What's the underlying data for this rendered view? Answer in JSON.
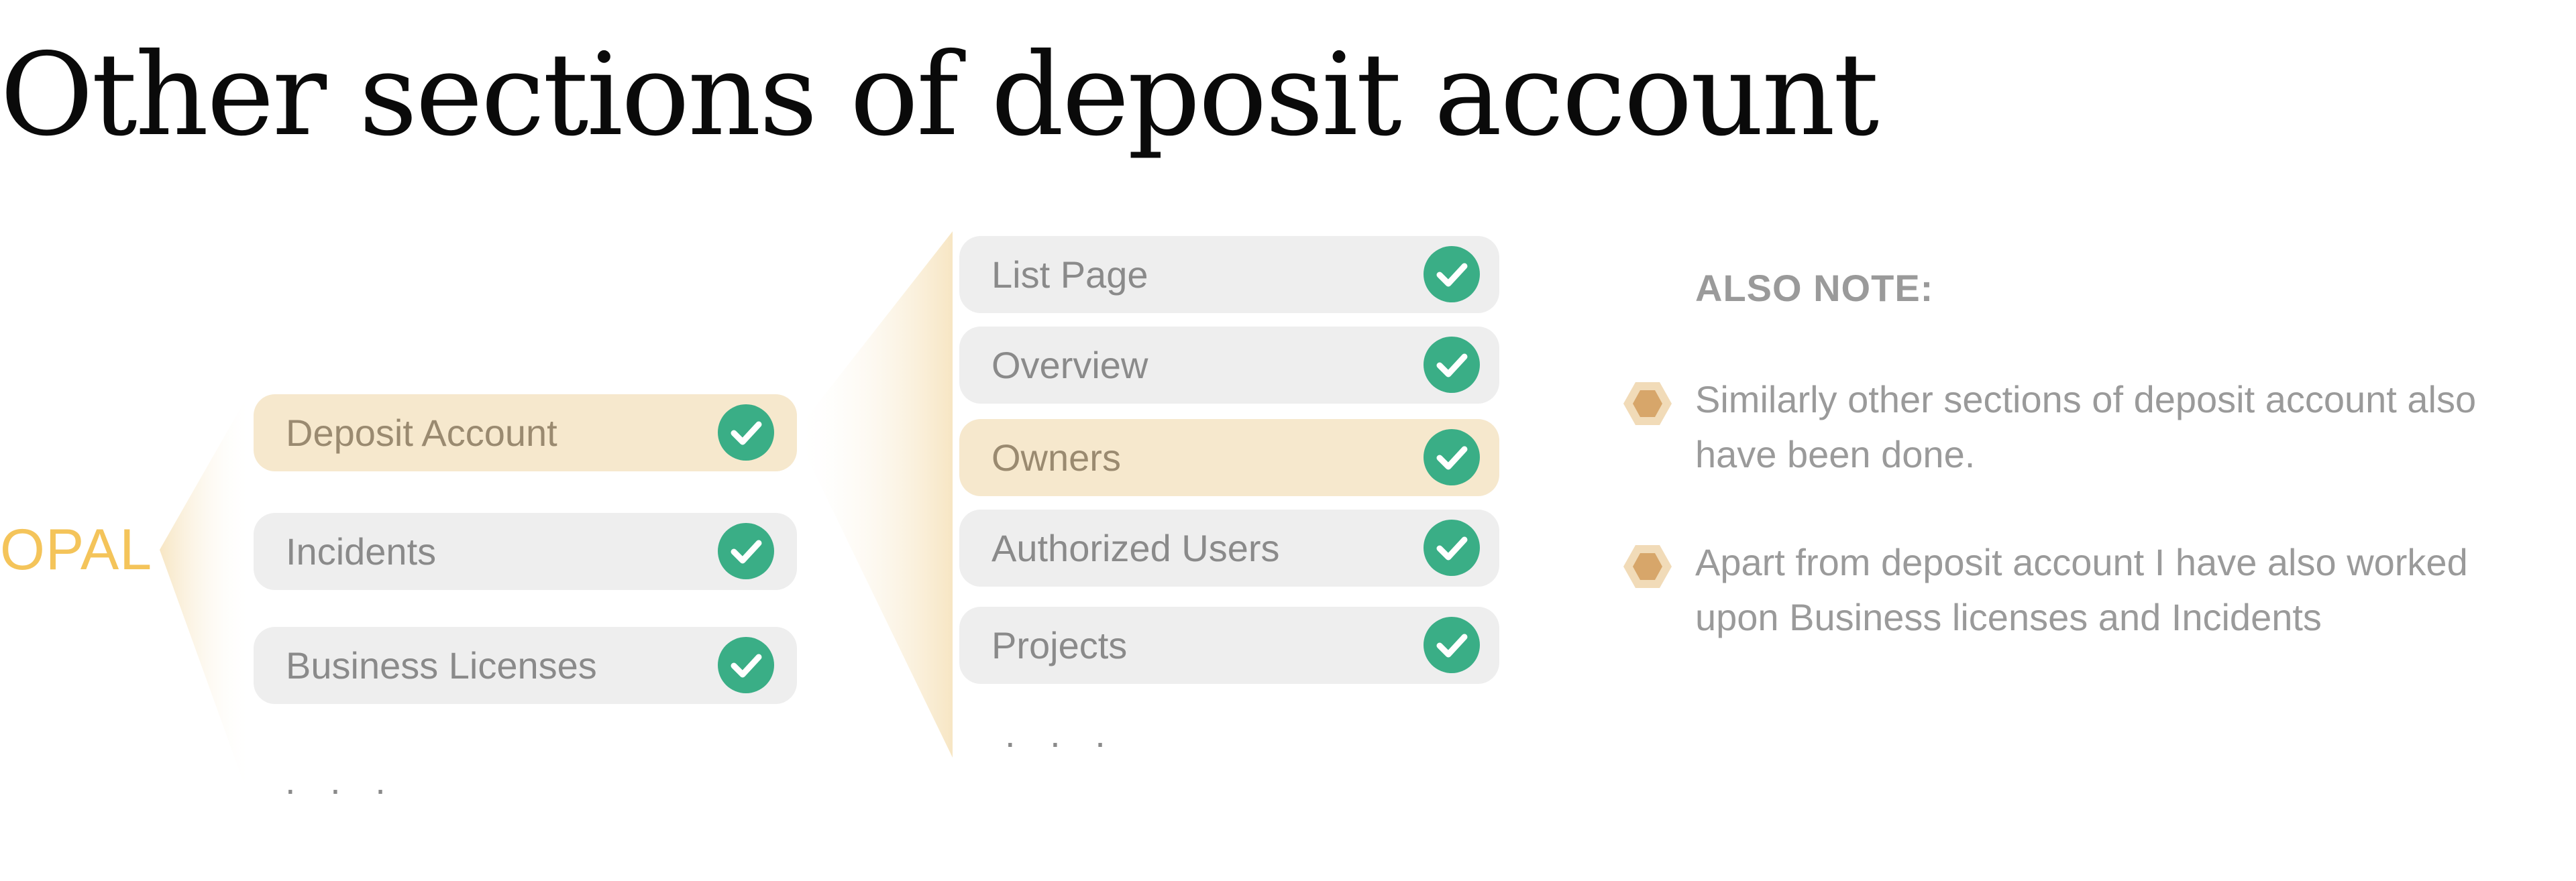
{
  "title": "Other sections of deposit account",
  "root": {
    "label": "OPAL"
  },
  "level1": {
    "items": [
      {
        "label": "Deposit Account",
        "active": true
      },
      {
        "label": "Incidents",
        "active": false
      },
      {
        "label": "Business Licenses",
        "active": false
      }
    ],
    "more": ". . ."
  },
  "level2": {
    "items": [
      {
        "label": "List Page",
        "active": false
      },
      {
        "label": "Overview",
        "active": false
      },
      {
        "label": "Owners",
        "active": true
      },
      {
        "label": "Authorized Users",
        "active": false
      },
      {
        "label": "Projects",
        "active": false
      }
    ],
    "more": ". . ."
  },
  "notes": {
    "heading": "ALSO NOTE:",
    "items": [
      {
        "text": "Similarly other sections of deposit account also have been done."
      },
      {
        "text": "Apart from deposit account I have also worked upon Business licenses and  Incidents"
      }
    ]
  },
  "colors": {
    "accent": "#f4c45a",
    "check": "#3aae86",
    "pill": "#eeeeee",
    "pill_active": "#f6e8cd",
    "text_muted": "#9a9a9a"
  },
  "icons": {
    "status": "check-circle-icon",
    "bullet": "hexagon-bullet-icon"
  }
}
